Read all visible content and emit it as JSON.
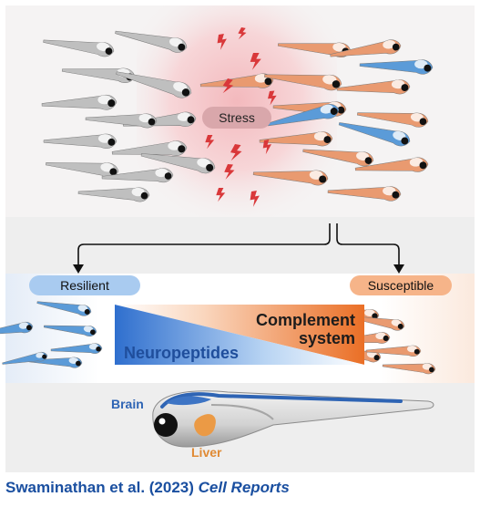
{
  "stress_label": "Stress",
  "resilient_label": "Resilient",
  "susceptible_label": "Susceptible",
  "complement_line1": "Complement",
  "complement_line2": "system",
  "neuropeptides_label": "Neuropeptides",
  "brain_label": "Brain",
  "liver_label": "Liver",
  "citation_authors": "Swaminathan et al. (2023)",
  "citation_journal": "Cell Reports",
  "colors": {
    "grey_fish": "#bfbfbf",
    "orange_fish": "#e99a70",
    "blue_fish": "#5b9bd8",
    "stress_red": "#d9383a",
    "resilient_pill": "#a9cbf0",
    "susceptible_pill": "#f6b489",
    "neuropeptides_text": "#1f4e9c",
    "complement_text": "#1c1c1c",
    "citation_text": "#1a4fa0"
  },
  "icons": [
    "zebrafish-larva-icon",
    "lightning-bolt-icon",
    "down-arrow-icon"
  ]
}
